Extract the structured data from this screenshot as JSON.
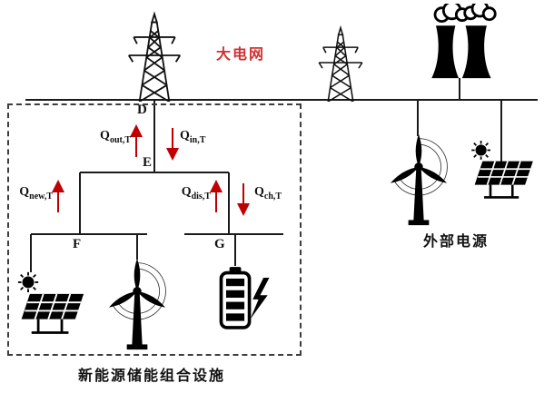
{
  "colors": {
    "background": "#ffffff",
    "line": "#1a1a1a",
    "arrow": "#c00000",
    "grid_label": "#d03030",
    "text": "#111111"
  },
  "labels": {
    "grid": "大电网",
    "external_sources": "外部电源",
    "facility": "新能源储能组合设施"
  },
  "nodes": {
    "d": "D",
    "e": "E",
    "f": "F",
    "g": "G"
  },
  "flows": {
    "q_out": {
      "symbol": "Q",
      "subscript": "out,T",
      "direction": "up"
    },
    "q_in": {
      "symbol": "Q",
      "subscript": "in,T",
      "direction": "down"
    },
    "q_new": {
      "symbol": "Q",
      "subscript": "new,T",
      "direction": "up"
    },
    "q_dis": {
      "symbol": "Q",
      "subscript": "dis,T",
      "direction": "up"
    },
    "q_ch": {
      "symbol": "Q",
      "subscript": "ch,T",
      "direction": "down"
    }
  },
  "icons": {
    "transmission_tower": "lattice pylon",
    "thermal_plant": "cooling towers with smoke",
    "wind_turbine": "three-blade wind turbine",
    "solar_panel": "tilted solar panel with sun",
    "battery": "battery with lightning bolt"
  }
}
